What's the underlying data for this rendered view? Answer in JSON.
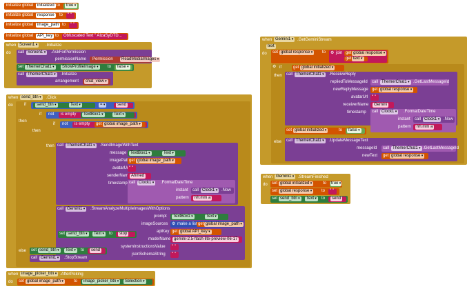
{
  "labels": {
    "initialize_global": "initialize global",
    "to": "to",
    "when": "when",
    "do": "do",
    "call": "call",
    "set": "set",
    "if": "if",
    "then": "then",
    "else": "else",
    "not": "not",
    "is_empty": "is empty",
    "get": "get",
    "join": "join",
    "make_a_list": "make a list",
    "true": "true",
    "false": "false",
    "quote": "\" \"",
    "dot": "."
  },
  "globals": {
    "initialized": "initialized",
    "response": "response",
    "image_path": "image_path",
    "api_key": "API_key",
    "api_value": "Obfuscated Text \" AIzaSyDTD...",
    "get_initialized": "global initialized",
    "get_response": "global response",
    "get_image_path": "global image_path",
    "get_api_key": "global API_key"
  },
  "screen_init": {
    "component": "Screen1",
    "event": ".Initialize",
    "ask_method": ".AskForPermission",
    "permission_name": "permissionName",
    "permission": "Permission",
    "permission_value": "ReadMediaImages",
    "themer": "ThemerChat1",
    "show_profile": "ShowProfileImage",
    "initialize_method": ".Initialize",
    "arrangement": "arrangement",
    "arrangement_value": "chat_view"
  },
  "send_click": {
    "component": "send_btn",
    "event": ".Click",
    "text_prop": "Text",
    "equals": "=",
    "send_value": "send",
    "textbox": "TextBox1",
    "send_image_method": ".SendImageWithText",
    "message": "message",
    "imagePath": "imagePath",
    "avatarUrl": "avatarUrl",
    "senderName": "senderName",
    "sender_value": "Ahmed",
    "timestamp": "timestamp",
    "clock": "Clock1",
    "format_dt": ".FormatDateTime",
    "instant": "instant",
    "now": ".Now",
    "pattern": "pattern",
    "pattern_value": "hh:mm a",
    "gemini": "Gemini1",
    "stream_method": ".StreamAnalyzeMultipleImagesWithOptions",
    "prompt": "prompt",
    "imageSources": "imageSources",
    "apiKey": "apiKey",
    "modelName": "modelName",
    "model_value": "gemini-2.5-flash-lite-preview-06-17",
    "systemInstructionsValue": "systemInstructionsValue",
    "jsonSchemaString": "jsonSchemaString",
    "stop_value": "stop",
    "stop_stream": ".StopStream"
  },
  "picker": {
    "component": "image_picker_btn",
    "event": ".AfterPicking",
    "selection": "Selection"
  },
  "gemini_stream": {
    "component": "Gemini1",
    "event": ".GetGeminiStream",
    "text_param": "text",
    "get_text": "text",
    "receive_method": ".ReceiveReply",
    "repliedToMessageId": "repliedToMessageId",
    "get_last": ".GetLastMessageId",
    "newReplyMessage": "newReplyMessage",
    "avatarUrl": "avatarUrl",
    "receiverName": "receiverName",
    "receiver_value": "Gemini",
    "timestamp": "timestamp",
    "instant": "instant",
    "pattern": "pattern",
    "pattern_value": "hh:mm a",
    "update_method": ".UpdateMessageText",
    "messageId": "messageId",
    "newText": "newText"
  },
  "stream_finished": {
    "component": "Gemini1",
    "event": ".StreamFinished",
    "send_value": "send"
  }
}
